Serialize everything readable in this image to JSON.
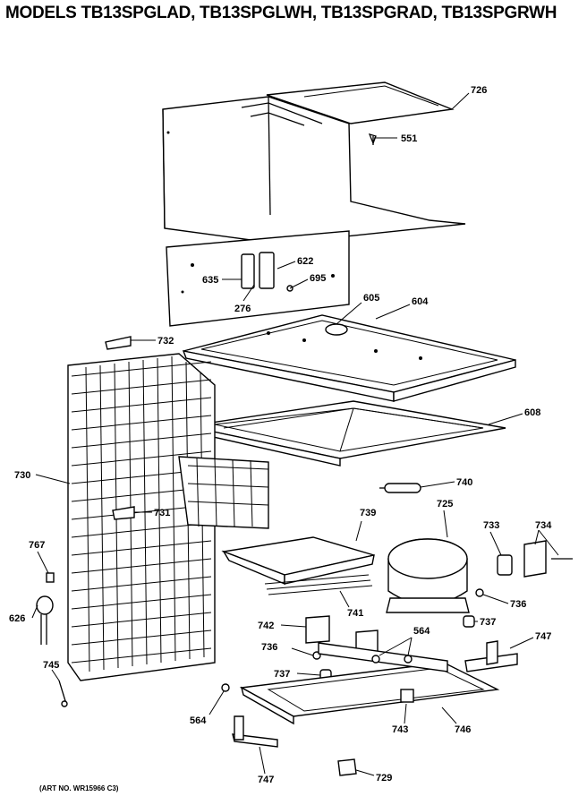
{
  "title": "MODELS TB13SPGLAD, TB13SPGLWH, TB13SPGRAD, TB13SPGRWH",
  "footer": "(ART NO. WR15966 C3)",
  "labels": {
    "p726": "726",
    "p551": "551",
    "p622": "622",
    "p635": "635",
    "p695": "695",
    "p276": "276",
    "p605": "605",
    "p604": "604",
    "p732": "732",
    "p608": "608",
    "p730": "730",
    "p740": "740",
    "p731": "731",
    "p739": "739",
    "p725": "725",
    "p733": "733",
    "p734": "734",
    "p767": "767",
    "p736a": "736",
    "p741": "741",
    "p626": "626",
    "p737a": "737",
    "p742": "742",
    "p564a": "564",
    "p747a": "747",
    "p736b": "736",
    "p745": "745",
    "p737b": "737",
    "p564b": "564",
    "p743": "743",
    "p746": "746",
    "p747b": "747",
    "p729": "729"
  }
}
